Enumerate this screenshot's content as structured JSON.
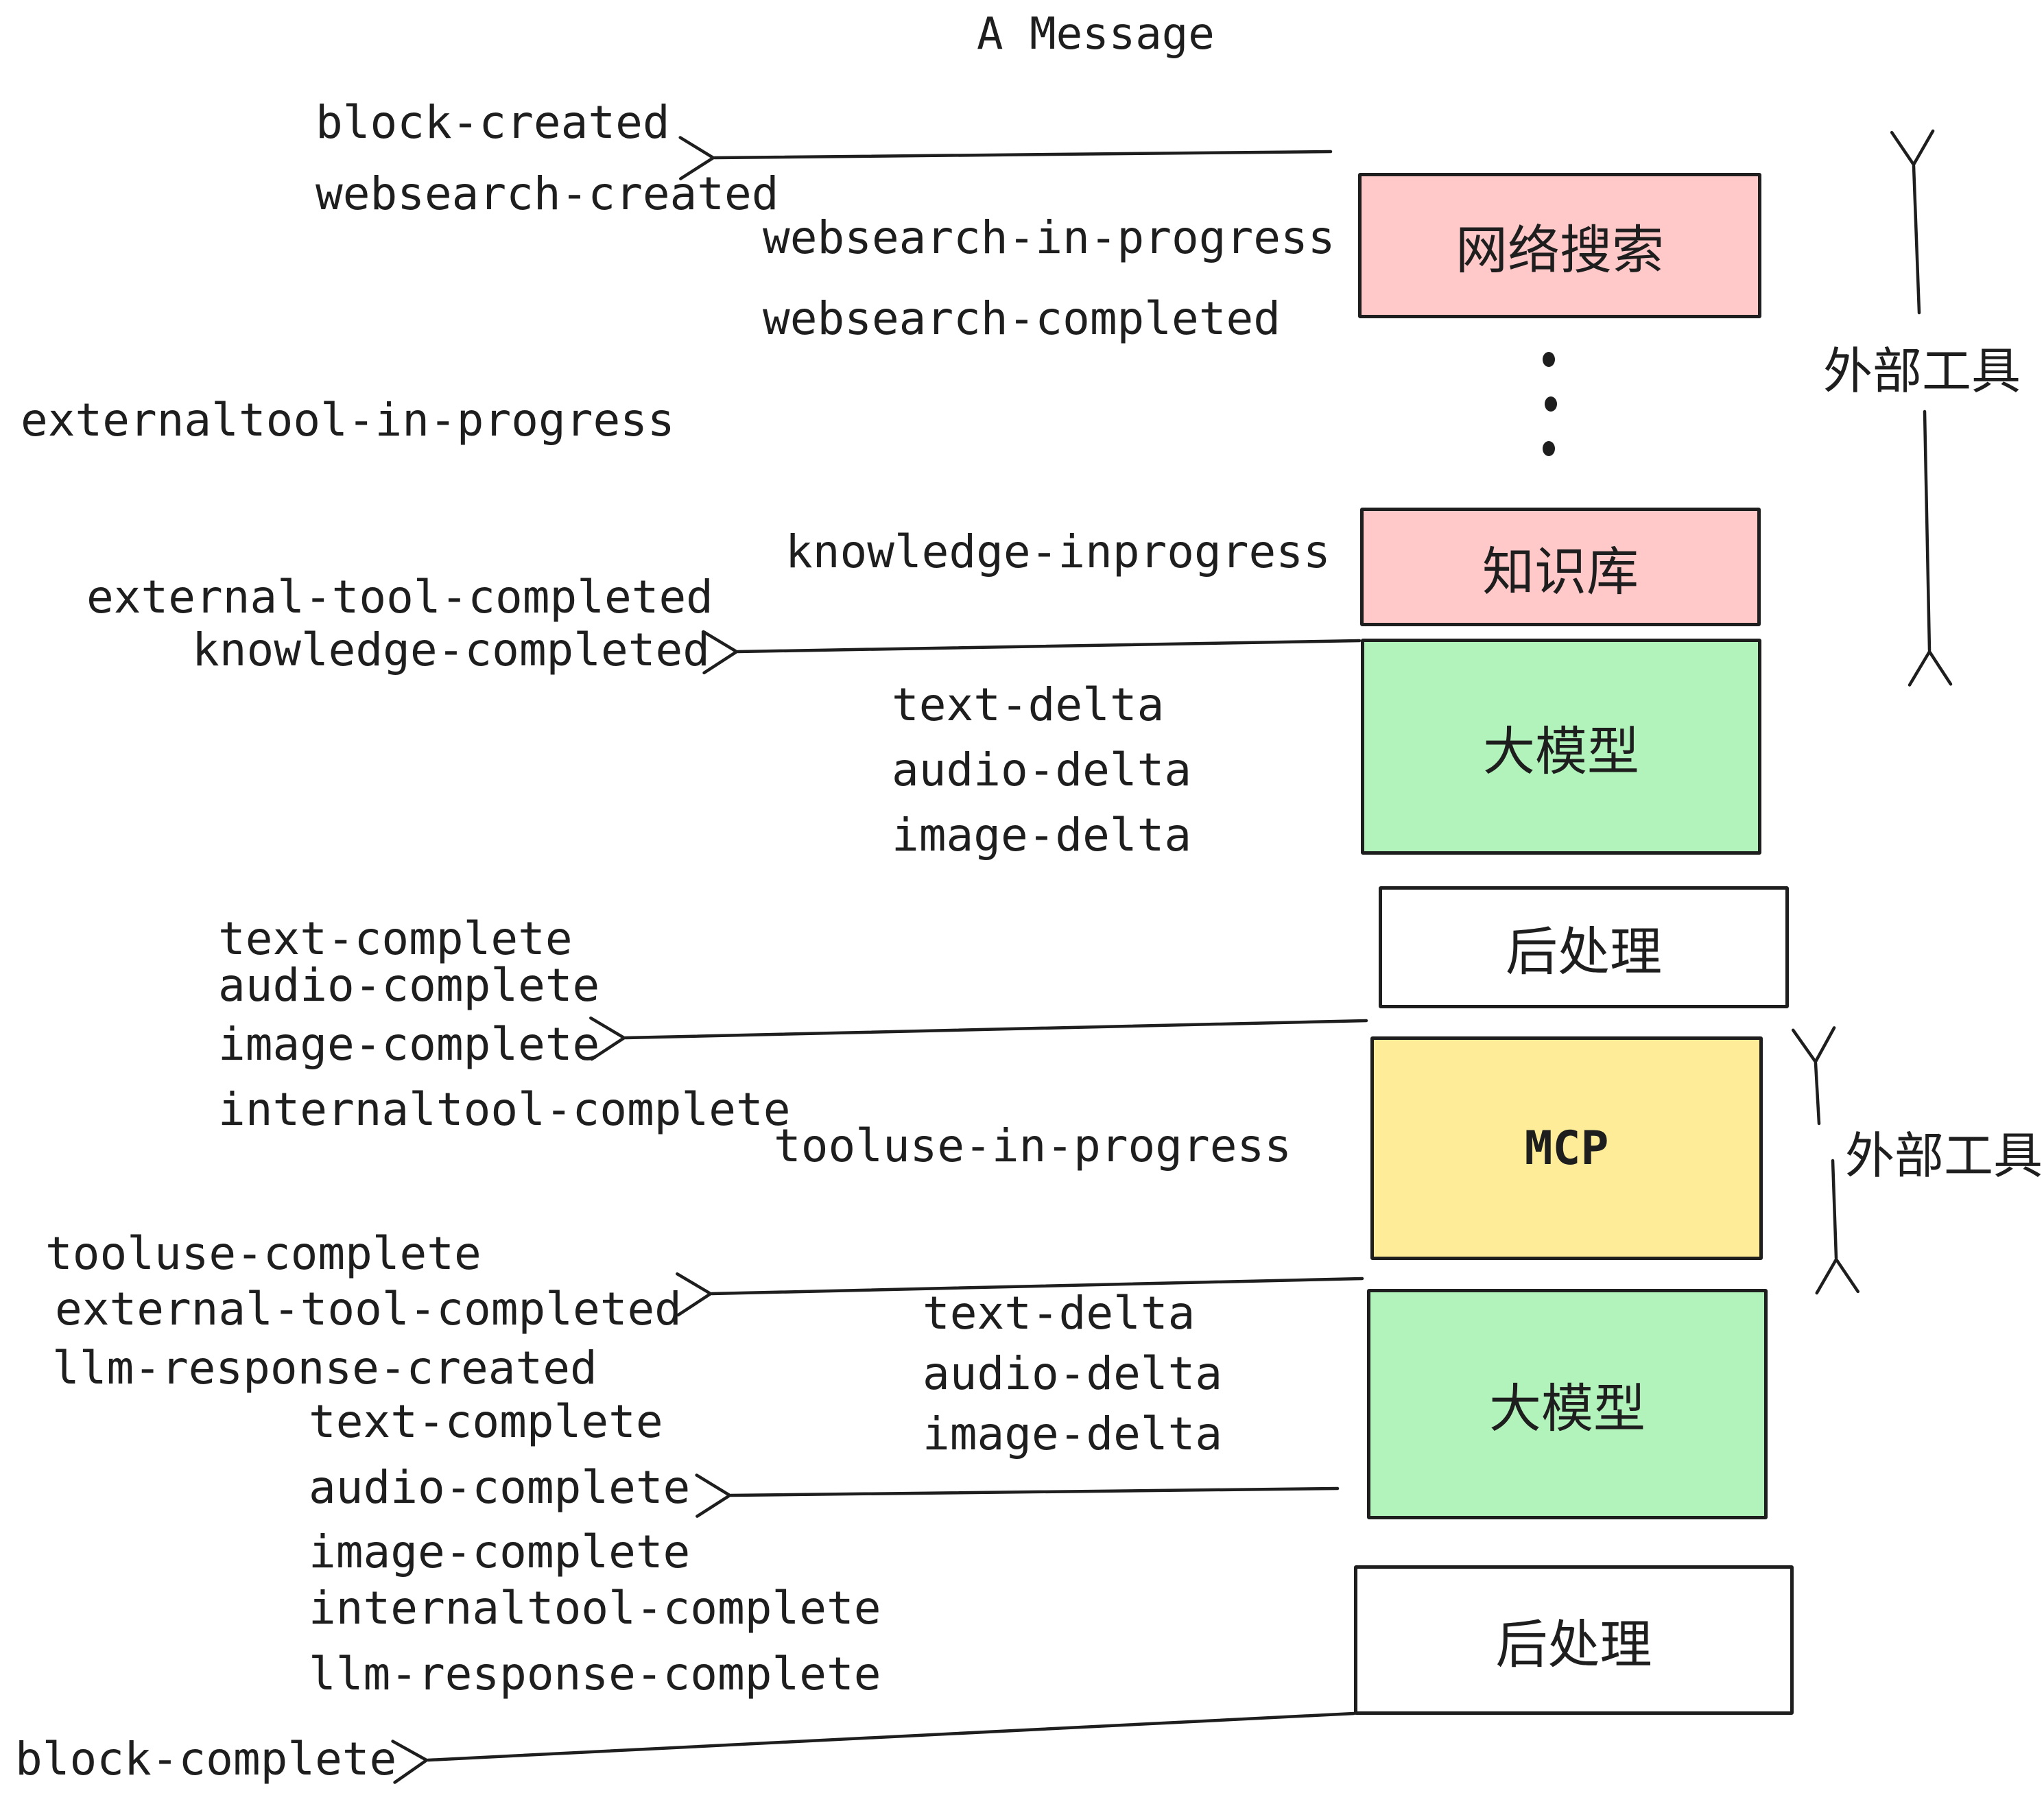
{
  "title": "A Message",
  "colors": {
    "pink": "#ffc9c9",
    "green": "#b2f2bb",
    "yellow": "#ffec99",
    "white": "#ffffff",
    "ink": "#1e1e1e"
  },
  "boxes": [
    {
      "label": "网络搜索"
    },
    {
      "label": "知识库"
    },
    {
      "label": "大模型"
    },
    {
      "label": "后处理"
    },
    {
      "label": "MCP"
    },
    {
      "label": "大模型"
    },
    {
      "label": "后处理"
    }
  ],
  "side_labels": [
    {
      "text": "外部工具"
    },
    {
      "text": "外部工具"
    }
  ],
  "events": [
    {
      "text": "block-created"
    },
    {
      "text": "websearch-created"
    },
    {
      "text": "websearch-in-progress"
    },
    {
      "text": "websearch-completed"
    },
    {
      "text": "externaltool-in-progress"
    },
    {
      "text": "knowledge-inprogress"
    },
    {
      "text": "external-tool-completed"
    },
    {
      "text": "knowledge-completed"
    },
    {
      "text": "text-delta"
    },
    {
      "text": "audio-delta"
    },
    {
      "text": "image-delta"
    },
    {
      "text": "text-complete"
    },
    {
      "text": "audio-complete"
    },
    {
      "text": "image-complete"
    },
    {
      "text": "internaltool-complete"
    },
    {
      "text": "tooluse-in-progress"
    },
    {
      "text": "tooluse-complete"
    },
    {
      "text": "external-tool-completed"
    },
    {
      "text": "llm-response-created"
    },
    {
      "text": "text-delta"
    },
    {
      "text": "audio-delta"
    },
    {
      "text": "image-delta"
    },
    {
      "text": "text-complete"
    },
    {
      "text": "audio-complete"
    },
    {
      "text": "image-complete"
    },
    {
      "text": "internaltool-complete"
    },
    {
      "text": "llm-response-complete"
    },
    {
      "text": "block-complete"
    }
  ]
}
